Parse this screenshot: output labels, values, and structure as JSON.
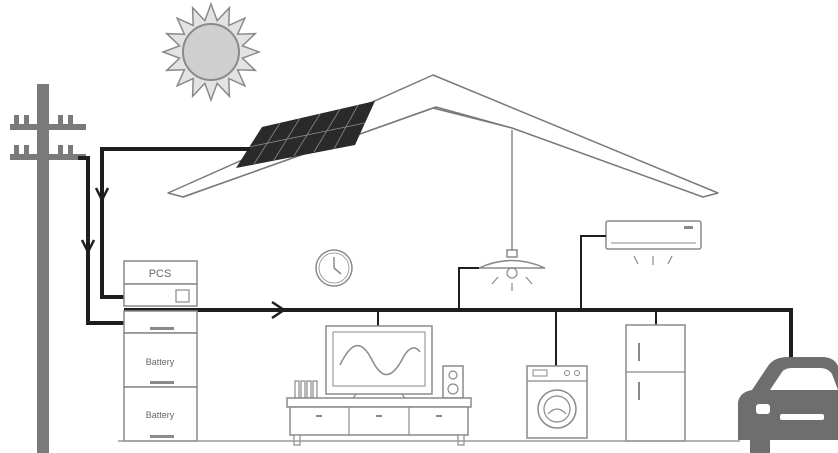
{
  "labels": {
    "pcs": "PCS",
    "battery_top": "Battery",
    "battery_bottom": "Battery"
  },
  "colors": {
    "line_dark": "#1e1e1e",
    "outline": "#7a7a7a",
    "sun_fill": "#cfcfcf",
    "panel_fill": "#2a2a2a",
    "car_fill": "#6e6e6e"
  },
  "icons": [
    "sun-icon",
    "utility-pole-icon",
    "solar-panel-icon",
    "pcs-unit-icon",
    "battery-icon",
    "clock-icon",
    "pendant-lamp-icon",
    "air-conditioner-icon",
    "tv-icon",
    "tv-cabinet-icon",
    "speaker-icon",
    "washing-machine-icon",
    "refrigerator-icon",
    "car-icon"
  ]
}
